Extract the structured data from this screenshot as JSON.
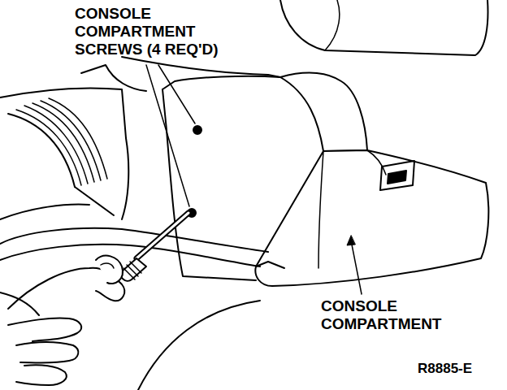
{
  "diagram": {
    "labels": [
      "CONSOLE COMPARTMENT SCREWS (4 REQ'D)",
      "CONSOLE COMPARTMENT",
      "R8885-E"
    ]
  }
}
